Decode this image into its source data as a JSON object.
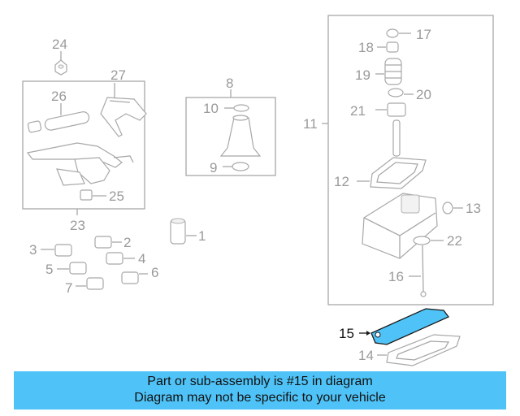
{
  "highlight_color": "#4fc3f7",
  "part_color": "#a8a8a8",
  "parts": [
    {
      "num": "1"
    },
    {
      "num": "2"
    },
    {
      "num": "3"
    },
    {
      "num": "4"
    },
    {
      "num": "5"
    },
    {
      "num": "6"
    },
    {
      "num": "7"
    },
    {
      "num": "8"
    },
    {
      "num": "9"
    },
    {
      "num": "10"
    },
    {
      "num": "11"
    },
    {
      "num": "12"
    },
    {
      "num": "13"
    },
    {
      "num": "14"
    },
    {
      "num": "15",
      "highlighted": true
    },
    {
      "num": "16"
    },
    {
      "num": "17"
    },
    {
      "num": "18"
    },
    {
      "num": "19"
    },
    {
      "num": "20"
    },
    {
      "num": "21"
    },
    {
      "num": "22"
    },
    {
      "num": "23"
    },
    {
      "num": "24"
    },
    {
      "num": "25"
    },
    {
      "num": "26"
    },
    {
      "num": "27"
    }
  ],
  "banner": {
    "line1": "Part or sub-assembly is #15 in diagram",
    "line2": "Diagram may not be specific to your vehicle"
  }
}
